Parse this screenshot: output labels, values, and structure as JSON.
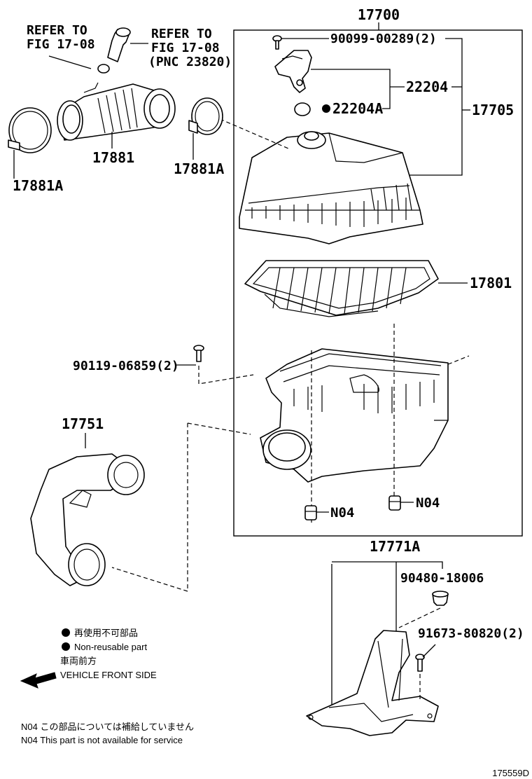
{
  "refs": {
    "ref1_line1": "REFER TO",
    "ref1_line2": "FIG 17-08",
    "ref2_line1": "REFER TO",
    "ref2_line2": "FIG 17-08",
    "ref2_line3": "(PNC 23820)"
  },
  "parts": {
    "p17700": "17700",
    "p90099": "90099-00289(2)",
    "p22204": "22204",
    "p22204A": "22204A",
    "p17705": "17705",
    "p17881": "17881",
    "p17881A_left": "17881A",
    "p17881A_right": "17881A",
    "p17801": "17801",
    "p90119": "90119-06859(2)",
    "p17751": "17751",
    "pN04a": "N04",
    "pN04b": "N04",
    "p17771A": "17771A",
    "p90480": "90480-18006",
    "p91673": "91673-80820(2)"
  },
  "legend": {
    "nonreusable_jp": "再使用不可部品",
    "nonreusable_en": "Non-reusable part",
    "front_jp": "車両前方",
    "front_en": "VEHICLE FRONT SIDE"
  },
  "notes": {
    "n04_jp": "N04 この部品については補給していません",
    "n04_en": "N04 This part is not available for service"
  },
  "figure_id": "175559D"
}
